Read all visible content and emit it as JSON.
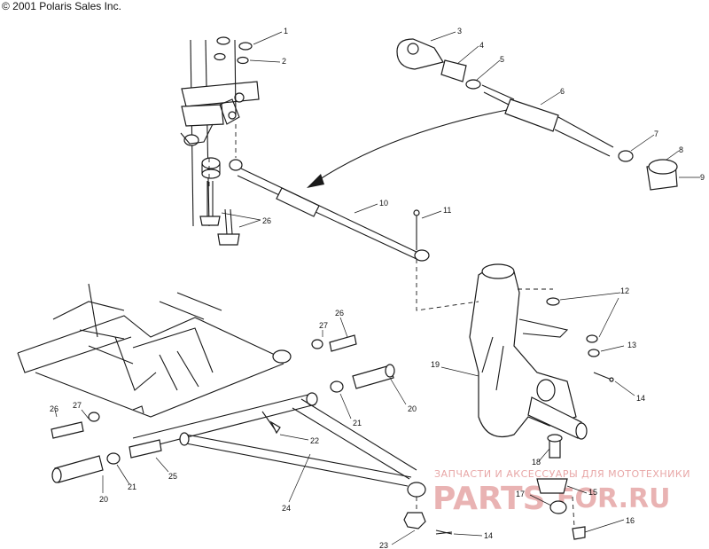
{
  "copyright": "© 2001 Polaris Sales Inc.",
  "watermark": {
    "line1": "ЗАПЧАСТИ И АКСЕССУАРЫ ДЛЯ МОТОТЕХНИКИ",
    "brand": "PARTS",
    "brand_suffix": "FOR.RU"
  },
  "callouts": {
    "c1": "1",
    "c2": "2",
    "c3": "3",
    "c4": "4",
    "c5": "5",
    "c6": "6",
    "c7": "7",
    "c8": "8",
    "c9": "9",
    "c10": "10",
    "c11": "11",
    "c12": "12",
    "c13": "13",
    "c14a": "14",
    "c14b": "14",
    "c15": "15",
    "c16": "16",
    "c17": "17",
    "c18": "18",
    "c19": "19",
    "c20a": "20",
    "c20b": "20",
    "c21a": "21",
    "c21b": "21",
    "c22": "22",
    "c23": "23",
    "c24": "24",
    "c25": "25",
    "c26a": "26",
    "c26b": "26",
    "c26c": "26",
    "c27a": "27",
    "c27b": "27"
  }
}
